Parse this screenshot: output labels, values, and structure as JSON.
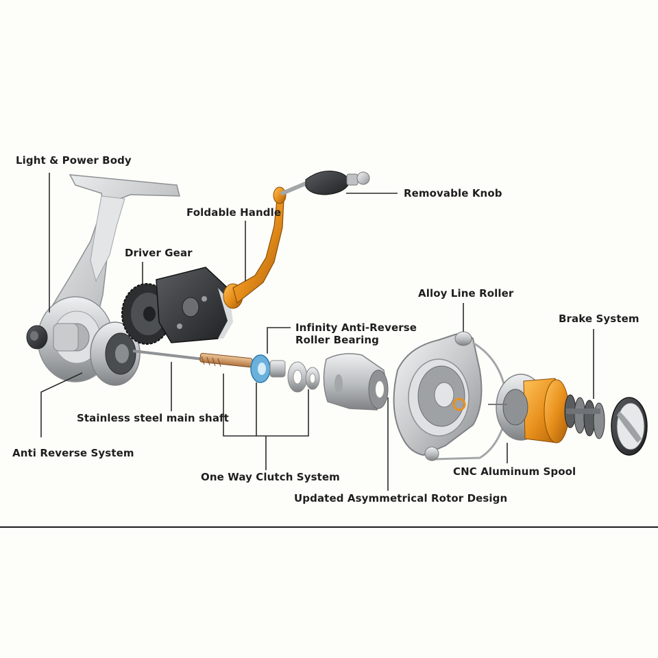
{
  "labels": {
    "light_power_body": "Light & Power Body",
    "removable_knob": "Removable Knob",
    "foldable_handle": "Foldable Handle",
    "driver_gear": "Driver Gear",
    "alloy_line_roller": "Alloy Line Roller",
    "brake_system": "Brake System",
    "infinity_anti_reverse_line1": "Infinity Anti-Reverse",
    "infinity_anti_reverse_line2": "Roller Bearing",
    "stainless_main_shaft": "Stainless steel main shaft",
    "anti_reverse_system": "Anti Reverse System",
    "one_way_clutch": "One Way Clutch System",
    "cnc_aluminum_spool": "CNC Aluminum Spool",
    "rotor_design": "Updated Asymmetrical Rotor Design"
  },
  "colors": {
    "background": "#fdfdf9",
    "text": "#1e1e1e",
    "leader_line": "#2a2a2a",
    "accent_orange": "#e8901c",
    "bearing_blue": "#6ab0dc",
    "silver": "#c9cbcd"
  }
}
